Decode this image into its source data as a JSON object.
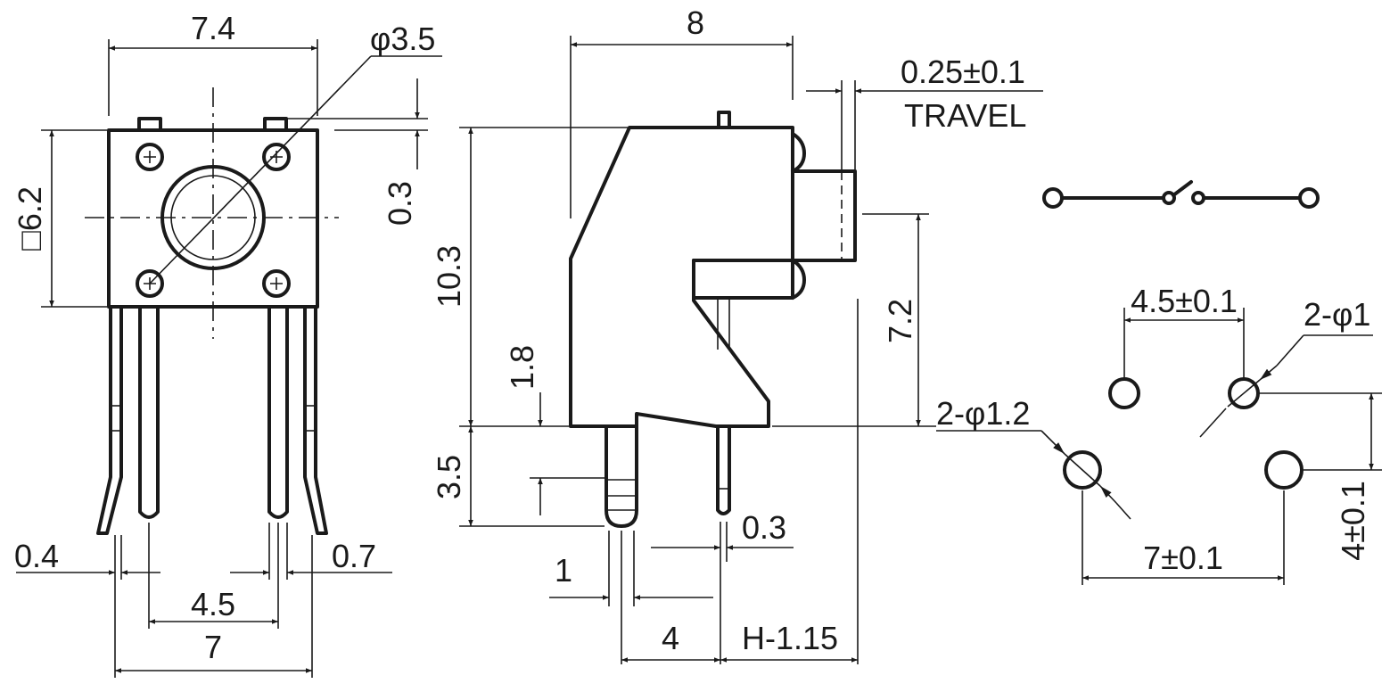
{
  "front_view": {
    "width_top": "7.4",
    "actuator_dia": "φ3.5",
    "body_height": "□6.2",
    "post_height": "0.3",
    "pin_offset_left": "0.4",
    "pin_offset_right": "0.7",
    "inner_pin_pitch": "4.5",
    "outer_pin_pitch": "7"
  },
  "side_view": {
    "width": "8",
    "travel_value": "0.25±0.1",
    "travel_label": "TRAVEL",
    "total_height": "10.3",
    "actuator_height": "7.2",
    "standoff": "1.8",
    "pin_length": "3.5",
    "pin_thickness": "0.3",
    "pin_width": "1",
    "pin_spacing": "4",
    "h_offset": "H-1.15"
  },
  "pcb_layout": {
    "hole_pitch_x": "4.5±0.1",
    "small_hole_dia": "2-φ1",
    "large_hole_dia": "2-φ1.2",
    "large_pitch_x": "7±0.1",
    "row_spacing_y": "4±0.1"
  }
}
